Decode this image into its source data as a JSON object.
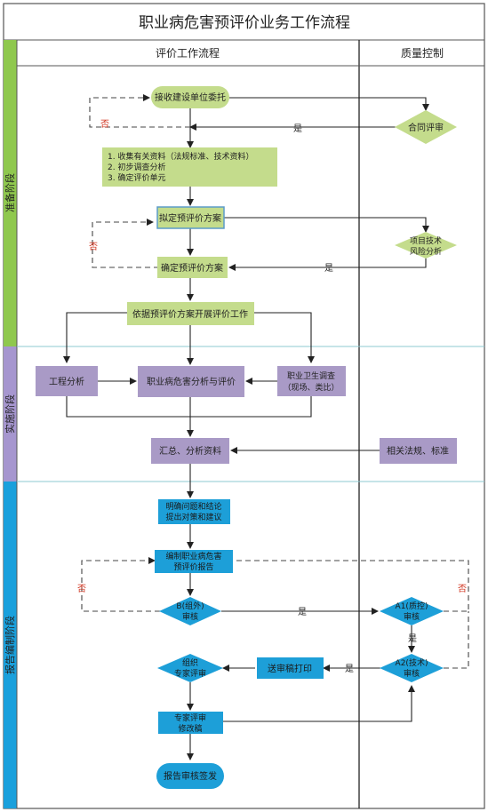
{
  "title": "职业病危害预评价业务工作流程",
  "columns": {
    "flow": "评价工作流程",
    "qc": "质量控制"
  },
  "phases": {
    "prep": "准备阶段",
    "impl": "实施阶段",
    "report": "报告编制阶段"
  },
  "nodes": {
    "accept": "接收建设单位委托",
    "contract_review": "合同评审",
    "collect_lines": [
      "1. 收集有关资料（法规标准、技术资料）",
      "2. 初步调查分析",
      "3. 确定评价单元"
    ],
    "draft_plan": "拟定预评价方案",
    "risk_lines": [
      "项目技术",
      "风险分析"
    ],
    "confirm_plan": "确定预评价方案",
    "execute": "依据预评价方案开展评价工作",
    "eng_analysis": "工程分析",
    "hazard_eval": "职业病危害分析与评价",
    "survey_lines": [
      "职业卫生调查",
      "（现场、类比）"
    ],
    "summary": "汇总、分析资料",
    "regs": "相关法规、标准",
    "clarify_lines": [
      "明确问题和结论",
      "提出对策和建议"
    ],
    "compile_lines": [
      "编制职业病危害",
      "预评价报告"
    ],
    "b_review_lines": [
      "B(组外)",
      "审核"
    ],
    "a1_lines": [
      "A1(质控)",
      "审核"
    ],
    "a2_lines": [
      "A2(技术)",
      "审核"
    ],
    "send_print": "送审稿打印",
    "expert_review_lines": [
      "组织",
      "专家评审"
    ],
    "revise_lines": [
      "专家评审",
      "修改稿"
    ],
    "sign": "报告审核签发"
  },
  "edge_labels": {
    "yes": "是",
    "no": "否"
  },
  "colors": {
    "green": "#c4dc8c",
    "purple": "#a99ac6",
    "blue": "#1d9fd8",
    "phase_green": "#8fc84e",
    "phase_purple": "#a696cf",
    "phase_blue": "#1aa0dc",
    "no_red": "#d0321d"
  }
}
